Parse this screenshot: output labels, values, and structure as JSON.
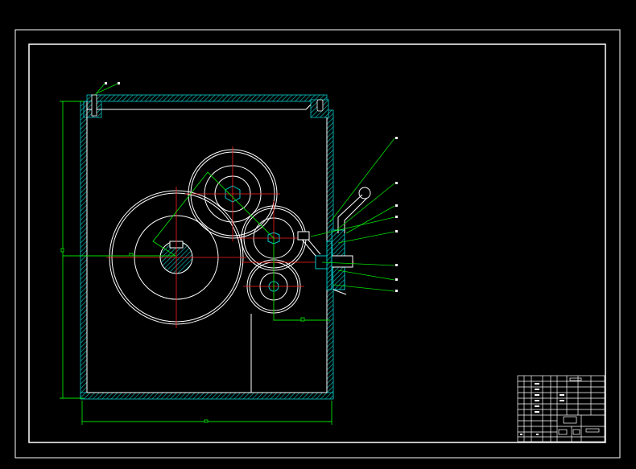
{
  "colors": {
    "background": "#000000",
    "border": "#ffffff",
    "housing": "#00c8c8",
    "gear": "#ffffff",
    "centerline": "#ff2020",
    "dimension": "#00e000",
    "leader": "#00e000"
  },
  "drawing": {
    "view": "gearbox-cross-section",
    "balloon_count": 9,
    "title_block": {
      "rows": 12,
      "entries": [
        "",
        "",
        "",
        "",
        "",
        "",
        "",
        "",
        ""
      ]
    }
  }
}
